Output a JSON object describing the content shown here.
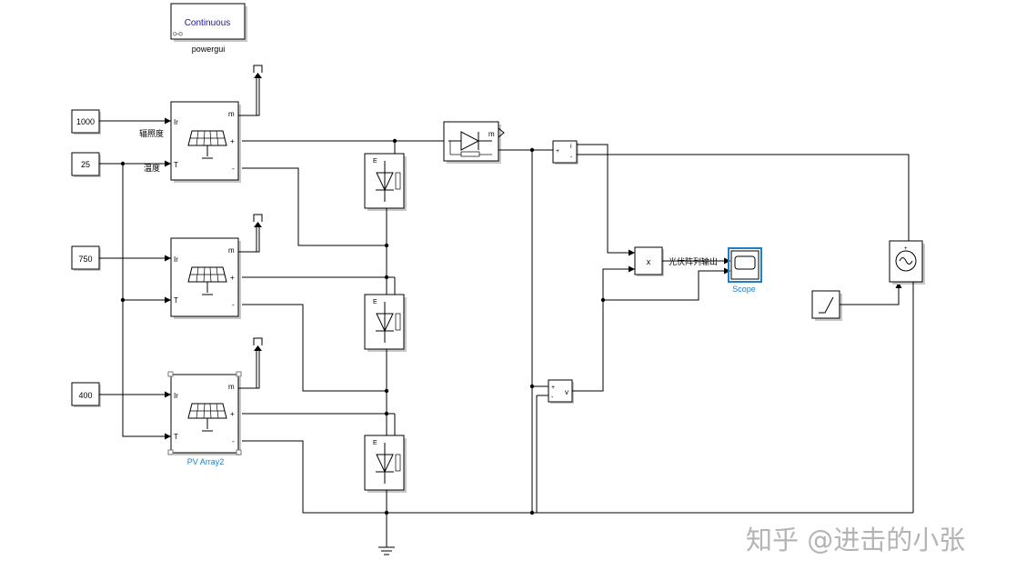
{
  "powergui": {
    "mode": "Continuous",
    "name": "powergui"
  },
  "constants": {
    "irr1": "1000",
    "temp": "25",
    "irr2": "750",
    "irr3": "400"
  },
  "signal_labels": {
    "irradiance": "辐照度",
    "temperature": "温度",
    "pv_output": "光伏阵列输出"
  },
  "pv_ports": {
    "ir": "Ir",
    "t": "T",
    "m": "m",
    "plus": "+",
    "minus": "-"
  },
  "pv_block_name": "PV Array2",
  "diode_port": {
    "e": "E",
    "m": "m"
  },
  "sensors": {
    "current": "i",
    "voltage": "v",
    "product": "x",
    "plus": "+",
    "minus": "-"
  },
  "scope_name": "Scope",
  "watermark": "知乎 @进击的小张",
  "colors": {
    "accent": "#1f7fc4",
    "powergui_text": "#1a1a8c"
  }
}
